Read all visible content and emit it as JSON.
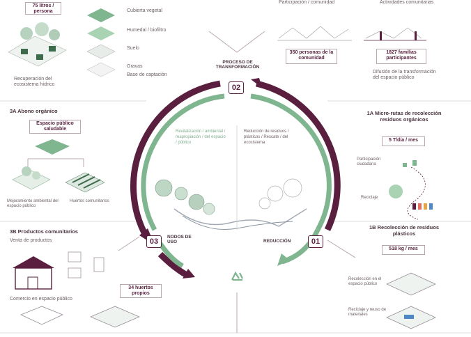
{
  "top_left": {
    "box": "75 litros / persona",
    "labels": [
      "Cubierta vegetal",
      "Humedal / biofiltro",
      "Suelo",
      "Gravas",
      "Base de captación"
    ],
    "footer": "Recuperación del ecosistema hídrico"
  },
  "top_center": {
    "box": "350 personas de la comunidad",
    "header_fragment": "Participación / comunidad"
  },
  "top_right": {
    "box": "1827 familias participantes",
    "header_fragment": "Actividades comunitarias",
    "footer": "Difusión de la transformación del espacio público"
  },
  "center": {
    "process_label": "PROCESO DE TRANSFORMACIÓN",
    "n02": "02",
    "n03": "03",
    "n01": "01",
    "nodes_label": "NODOS DE USO",
    "reduction_label": "REDUCCIÓN",
    "left_text": "Revitalización / ambiental / reapropiación / del espacio / público",
    "right_text": "Reducción de residuos / plásticos / Rescate / del ecosistema"
  },
  "left_3a": {
    "title": "3A Abono orgánico",
    "box": "Espacio público saludable",
    "labels": [
      "Mejoramiento ambiental del espacio público",
      "Huertos comunitarios"
    ]
  },
  "left_3b": {
    "title": "3B Productos comunitarios",
    "subtitle": "Venta de productos",
    "box": "34 huertos propios",
    "footer": "Comercio en espacio público"
  },
  "right_1a": {
    "title": "1A Micro-rutas de recolección residuos orgánicos",
    "box": "5 T/día / mes",
    "labels": [
      "Participación ciudadana",
      "Reciclaje"
    ]
  },
  "right_1b": {
    "title": "1B Recolección de residuos plásticos",
    "box": "518 kg / mes",
    "labels": [
      "Recolección en el espacio público",
      "Reciclaje y reuso de materiales"
    ]
  },
  "colors": {
    "plum": "#5a1f3e",
    "green": "#7fb58f",
    "light_green": "#a9d3b2"
  },
  "icons": [
    "recycle-icon",
    "house-icon",
    "tree-icon",
    "leaf-icon"
  ]
}
